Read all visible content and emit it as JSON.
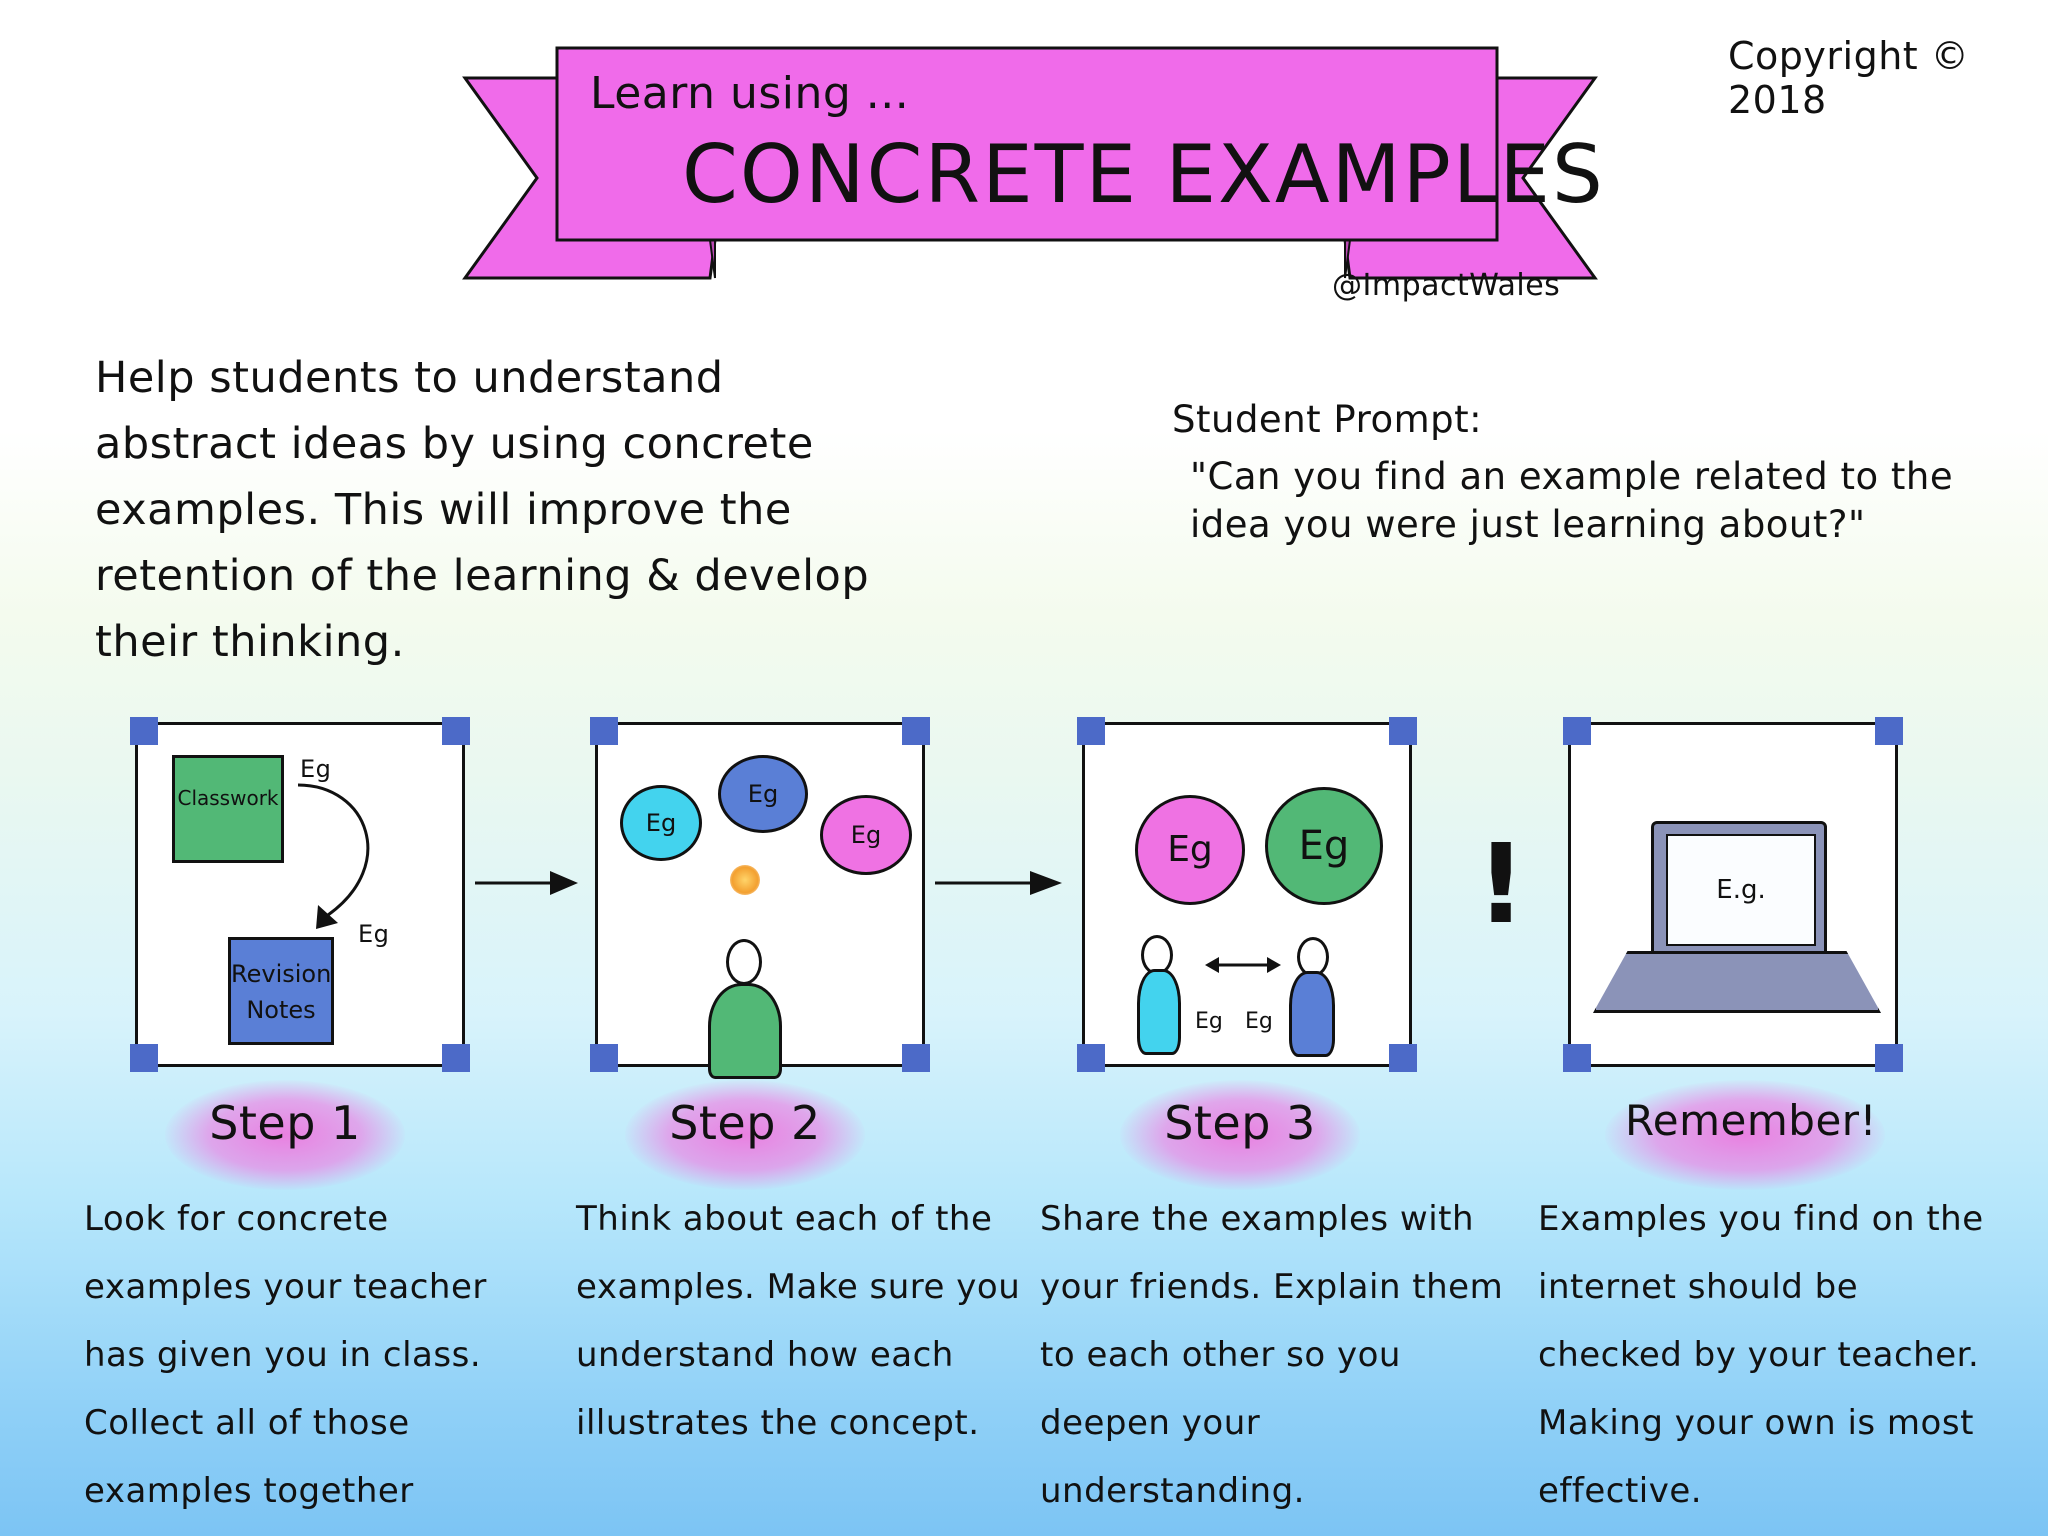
{
  "banner": {
    "kicker": "Learn using ...",
    "title": "CONCRETE EXAMPLES",
    "color": "#f06bea"
  },
  "copyright": "Copyright © 2018",
  "handle": "@ImpactWales",
  "intro": "Help students to understand abstract ideas by using concrete examples. This will improve the retention of the learning & develop their thinking.",
  "prompt": {
    "label": "Student Prompt:",
    "text": "\"Can you find an example related to the idea you were just learning about?\""
  },
  "steps": [
    {
      "label": "Step 1",
      "description": "Look for concrete examples your teacher has given you in class. Collect all of those examples together",
      "illustration": {
        "book1": "Classwork",
        "book2_line1": "Revision",
        "book2_line2": "Notes",
        "eg": "Eg"
      }
    },
    {
      "label": "Step 2",
      "description": "Think about each of the examples. Make sure you understand how each illustrates the concept.",
      "illustration": {
        "eg": "Eg"
      }
    },
    {
      "label": "Step 3",
      "description": "Share the examples with your friends. Explain them to each other so you deepen your understanding.",
      "illustration": {
        "eg": "Eg"
      }
    },
    {
      "label": "Remember!",
      "description": "Examples you find on the internet should be checked by your teacher. Making your own is most effective.",
      "illustration": {
        "screen": "E.g."
      }
    }
  ],
  "exclaim": "!",
  "colors": {
    "green": "#52b876",
    "blue": "#5a7fd6",
    "cyan": "#43d3ee",
    "pink": "#ef72e3",
    "frame_corner": "#4c6ac8",
    "bulb": "#f3b53a"
  }
}
